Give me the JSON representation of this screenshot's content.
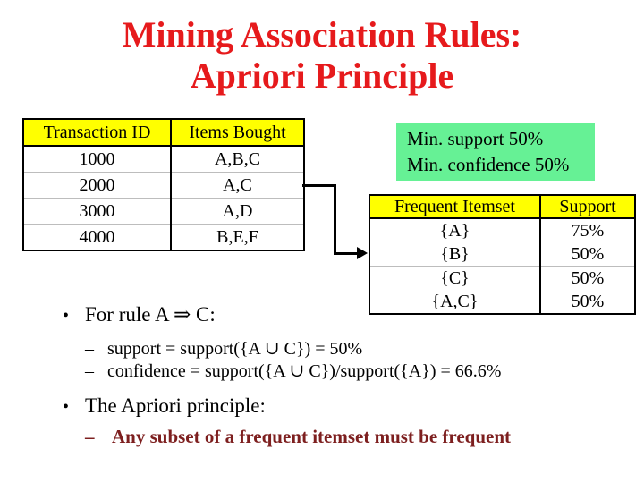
{
  "slide": {
    "title_line1": "Mining Association Rules:",
    "title_line2": "Apriori Principle"
  },
  "colors": {
    "title_red": "#e61a1c",
    "header_yellow": "#ffff00",
    "box_green": "#66f195",
    "maroon": "#7d1f1f",
    "row_divider": "#bdbdbd"
  },
  "transactions_table": {
    "col1_header": "Transaction ID",
    "col2_header": "Items Bought",
    "rows": [
      {
        "id": "1000",
        "items": "A,B,C"
      },
      {
        "id": "2000",
        "items": "A,C"
      },
      {
        "id": "3000",
        "items": "A,D"
      },
      {
        "id": "4000",
        "items": "B,E,F"
      }
    ]
  },
  "min_box": {
    "line1": "Min. support 50%",
    "line2": "Min. confidence 50%"
  },
  "frequent_table": {
    "col1_header": "Frequent Itemset",
    "col2_header": "Support",
    "rows": [
      {
        "itemset": "{A}",
        "support": "75%"
      },
      {
        "itemset": "{B}",
        "support": "50%"
      },
      {
        "itemset": "{C}",
        "support": "50%"
      },
      {
        "itemset": "{A,C}",
        "support": "50%"
      }
    ]
  },
  "bullets": {
    "bullet_marker": "•",
    "dash_marker": "–",
    "rule_bullet": "For rule A ⇒ C:",
    "support_line": "support = support({A ∪ C}) = 50%",
    "confidence_line": "confidence = support({A ∪ C})/support({A}) = 66.6%",
    "apriori_bullet": "The Apriori principle:",
    "apriori_sub": "Any subset of a frequent itemset must be frequent"
  }
}
